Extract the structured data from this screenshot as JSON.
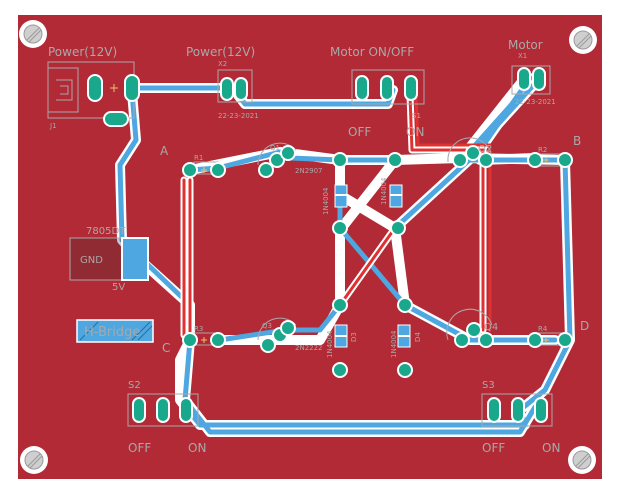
{
  "board": {
    "background": "#ffffff",
    "copper_fill": "#b22a36",
    "bottom_trace_color": "#4ea7e0",
    "top_trace_color": "#e03030",
    "pad_color": "#1aa88c",
    "silkscreen_color": "#a8a8a8"
  },
  "labels": {
    "power1": "Power(12V)",
    "power2": "Power(12V)",
    "motor_switch": "Motor ON/OFF",
    "motor": "Motor",
    "j1": "J1",
    "x2": "X2",
    "x1": "X1",
    "s1": "S1",
    "s2": "S2",
    "s3": "S3",
    "part_22_23_a": "22-23-2021",
    "part_22_23_b": "22-23-2021",
    "off_1": "OFF",
    "on_1": "ON",
    "off_2": "OFF",
    "on_2": "ON",
    "off_3": "OFF",
    "on_3": "ON",
    "reg": "7805DT",
    "gnd": "GND",
    "v5": "5V",
    "hbridge": "H-Bridge",
    "a": "A",
    "b": "B",
    "c": "C",
    "d": "D",
    "r1": "R1",
    "r2": "R2",
    "r3": "R3",
    "r4": "R4",
    "q1": "Q1",
    "q2": "Q2",
    "q3": "Q3",
    "q4": "Q4",
    "q1_part": "2N2907",
    "q3_part": "2N2222",
    "d1_part": "1N4004",
    "d2_part": "1N4004",
    "d3_part": "1N4004",
    "d4_part": "1N4004",
    "d3": "D3",
    "d4": "D4"
  }
}
